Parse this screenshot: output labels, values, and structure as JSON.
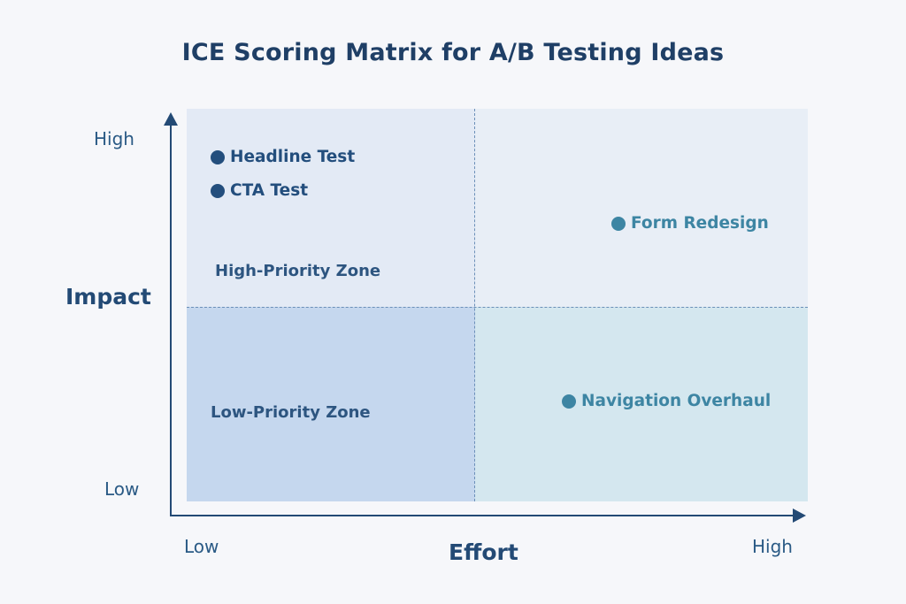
{
  "title": "ICE Scoring Matrix for A/B Testing Ideas",
  "axes": {
    "y": {
      "title": "Impact",
      "low": "Low",
      "high": "High"
    },
    "x": {
      "title": "Effort",
      "low": "Low",
      "high": "High"
    }
  },
  "zones": {
    "high_priority": "High-Priority Zone",
    "low_priority": "Low-Priority Zone"
  },
  "points": [
    {
      "label": "Headline Test",
      "color": "#234e7d"
    },
    {
      "label": "CTA Test",
      "color": "#234e7d"
    },
    {
      "label": "Form Redesign",
      "color": "#3d85a3"
    },
    {
      "label": "Navigation Overhaul",
      "color": "#3d85a3"
    }
  ],
  "colors": {
    "axis": "#234a75",
    "quadrant_top_left": "#e3eaf5",
    "quadrant_top_right": "#e8eef6",
    "quadrant_bottom_left": "#c5d7ee",
    "quadrant_bottom_right": "#d4e7ef",
    "divider": "#6b8fb8"
  },
  "chart_data": {
    "type": "scatter",
    "title": "ICE Scoring Matrix for A/B Testing Ideas",
    "xlabel": "Effort",
    "ylabel": "Impact",
    "x_ticks": [
      "Low",
      "High"
    ],
    "y_ticks": [
      "Low",
      "High"
    ],
    "quadrant_labels": [
      "High-Priority Zone",
      "Low-Priority Zone"
    ],
    "points": [
      {
        "label": "Headline Test",
        "x": 0.05,
        "y": 0.88
      },
      {
        "label": "CTA Test",
        "x": 0.05,
        "y": 0.8
      },
      {
        "label": "Form Redesign",
        "x": 0.7,
        "y": 0.71
      },
      {
        "label": "Navigation Overhaul",
        "x": 0.61,
        "y": 0.26
      }
    ],
    "xlim": [
      0,
      1
    ],
    "ylim": [
      0,
      1
    ],
    "dividers": {
      "x": 0.46,
      "y": 0.5
    },
    "grid": false
  }
}
